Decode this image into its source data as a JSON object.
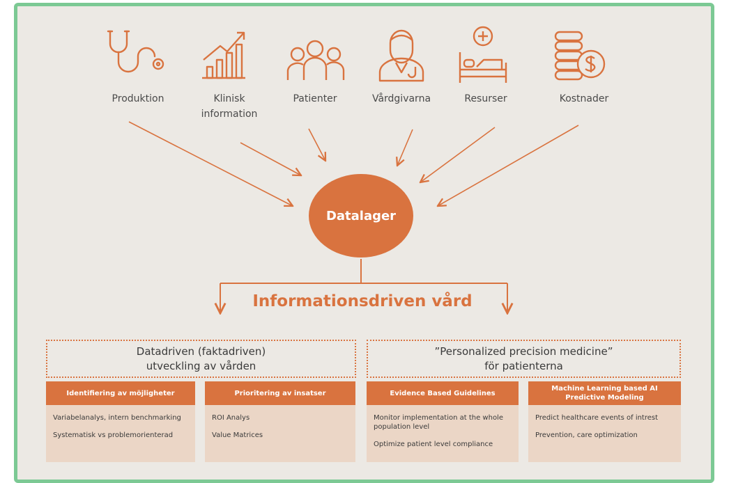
{
  "sources": [
    {
      "label": "Produktion",
      "icon": "stethoscope-icon"
    },
    {
      "label": "Klinisk\ninformation",
      "icon": "growth-chart-icon"
    },
    {
      "label": "Patienter",
      "icon": "patients-icon"
    },
    {
      "label": "Vårdgivarna",
      "icon": "doctor-icon"
    },
    {
      "label": "Resurser",
      "icon": "hospital-bed-icon"
    },
    {
      "label": "Kostnader",
      "icon": "coins-icon"
    }
  ],
  "hub": {
    "label": "Datalager"
  },
  "main_title": "Informationsdriven vård",
  "groups": [
    {
      "title": "Datadriven (faktadriven)\nutveckling av vården"
    },
    {
      "title": "”Personalized precision medicine”\nför patienterna"
    }
  ],
  "columns": [
    {
      "header": "Identifiering av möjligheter",
      "items": [
        "Variabelanalys, intern benchmarking",
        "Systematisk vs problemorienterad"
      ]
    },
    {
      "header": "Prioritering av insatser",
      "items": [
        "ROI Analys",
        "Value Matrices"
      ]
    },
    {
      "header": "Evidence Based Guidelines",
      "items": [
        "Monitor implementation at the whole population level",
        "Optimize patient level compliance"
      ]
    },
    {
      "header": "Machine Learning based AI\nPredictive Modeling",
      "items": [
        "Predict healthcare events of intrest",
        "Prevention, care optimization"
      ]
    }
  ],
  "colors": {
    "accent": "#d9733f",
    "frame": "#7cc994",
    "background": "#ece9e4",
    "body_fill": "#ebd6c6",
    "text": "#4a4a4a"
  }
}
